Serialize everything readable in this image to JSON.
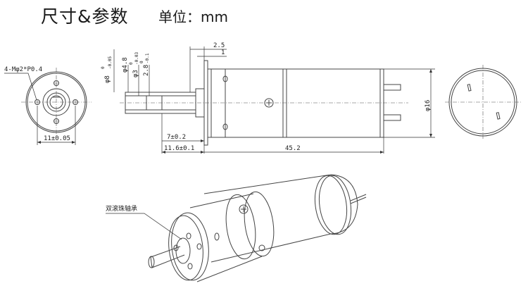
{
  "header": {
    "title": "尺寸&参数",
    "unit": "单位：mm"
  },
  "front_view": {
    "hole_label": "4-Mφ2*P0.4",
    "width_dim": "11±0.05"
  },
  "side_view": {
    "shaft_tol_8": "φ8",
    "shaft_tol_8_sup": "0",
    "shaft_tol_8_sub": "-0.05",
    "shaft_48": "φ4.8",
    "shaft_3": "φ3",
    "shaft_3_sup": "0",
    "shaft_3_sub": "-0.03",
    "shaft_28": "2.8",
    "shaft_28_sup": "0",
    "shaft_28_sub": "-0.1",
    "dim_25": "2.5",
    "dim_1": "1",
    "dim_7": "7±0.2",
    "dim_116": "11.6±0.1",
    "dim_452": "45.2",
    "dim_16": "φ16"
  },
  "iso_view": {
    "bearing_label": "双滚珠轴承"
  }
}
